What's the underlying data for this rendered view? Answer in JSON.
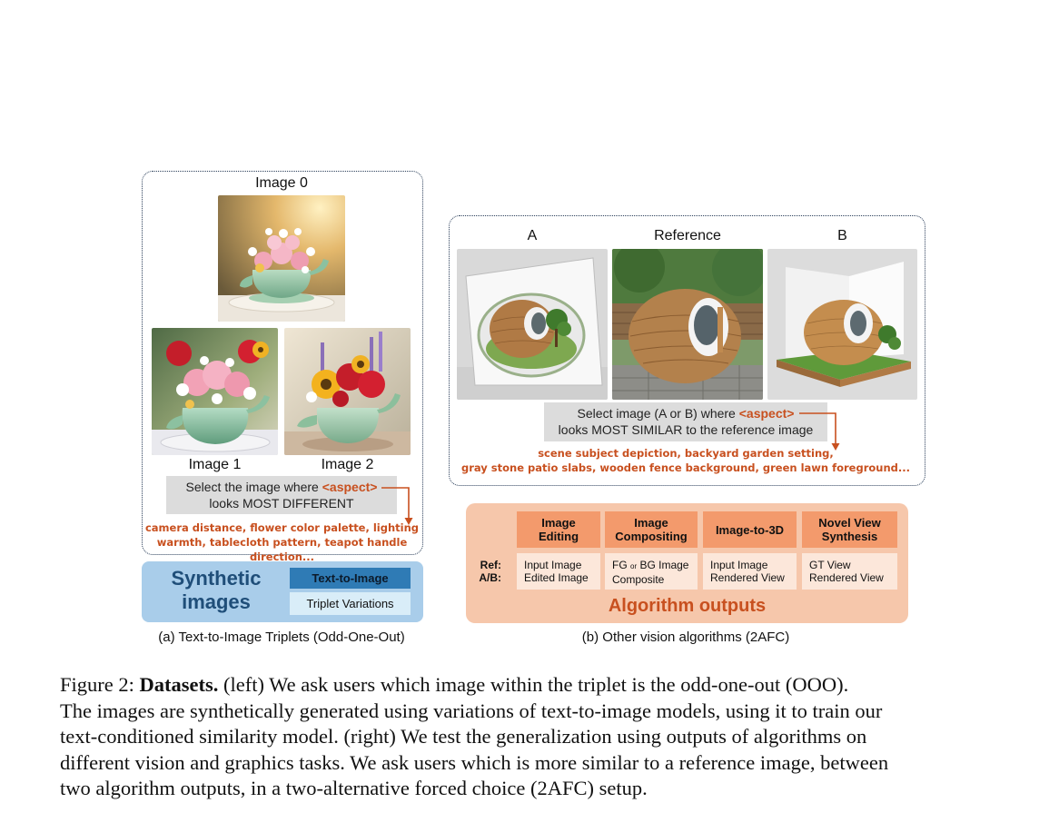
{
  "left_panel": {
    "image0_label": "Image 0",
    "image1_label": "Image 1",
    "image2_label": "Image 2",
    "prompt_before": "Select the image where ",
    "prompt_aspect": "<aspect>",
    "prompt_after": "looks MOST DIFFERENT",
    "aspects_line1": "camera distance, flower color palette, lighting",
    "aspects_line2": "warmth, tablecloth pattern, teapot handle direction...",
    "category_title_line1": "Synthetic",
    "category_title_line2": "images",
    "category_items": [
      "Text-to-Image",
      "Triplet Variations"
    ],
    "subcaption": "(a) Text-to-Image Triplets (Odd-One-Out)"
  },
  "right_panel": {
    "label_a": "A",
    "label_ref": "Reference",
    "label_b": "B",
    "prompt_before": "Select image (A or B) where ",
    "prompt_aspect": "<aspect>",
    "prompt_after": "looks MOST SIMILAR to the reference image",
    "aspects_line1": "scene subject depiction, backyard garden setting,",
    "aspects_line2": "gray stone patio slabs, wooden fence background, green lawn foreground...",
    "row_label_ref": "Ref:",
    "row_label_ab": "A/B:",
    "columns": [
      {
        "head1": "Image",
        "head2": "Editing",
        "ref": "Input Image",
        "ab": "Edited Image"
      },
      {
        "head1": "Image",
        "head2": "Compositing",
        "ref_a": "FG ",
        "ref_small": "or",
        "ref_b": " BG Image",
        "ab": "Composite"
      },
      {
        "head1": "Image-to-3D",
        "head2": "",
        "ref": "Input Image",
        "ab": "Rendered View"
      },
      {
        "head1": "Novel View",
        "head2": "Synthesis",
        "ref": "GT View",
        "ab": "Rendered View"
      }
    ],
    "category_title": "Algorithm outputs",
    "subcaption": "(b) Other vision algorithms (2AFC)"
  },
  "caption": {
    "prefix": "Figure 2: ",
    "bold": "Datasets.",
    "line1": " (left) We ask users which image within the triplet is the odd-one-out (OOO).",
    "line2": "The images are synthetically generated using variations of text-to-image models, using it to train our",
    "line3": "text-conditioned similarity model. (right) We test the generalization using outputs of algorithms on",
    "line4": "different vision and graphics tasks. We ask users which is more similar to a reference image, between",
    "line5": "two algorithm outputs, in a two-alternative forced choice (2AFC) setup."
  },
  "colors": {
    "accent_orange": "#c8501f",
    "synthetic_blue": "#a9cdea",
    "synthetic_dark": "#1f4e79",
    "algo_panel": "#f6c7ab",
    "algo_header": "#f39a6c"
  }
}
